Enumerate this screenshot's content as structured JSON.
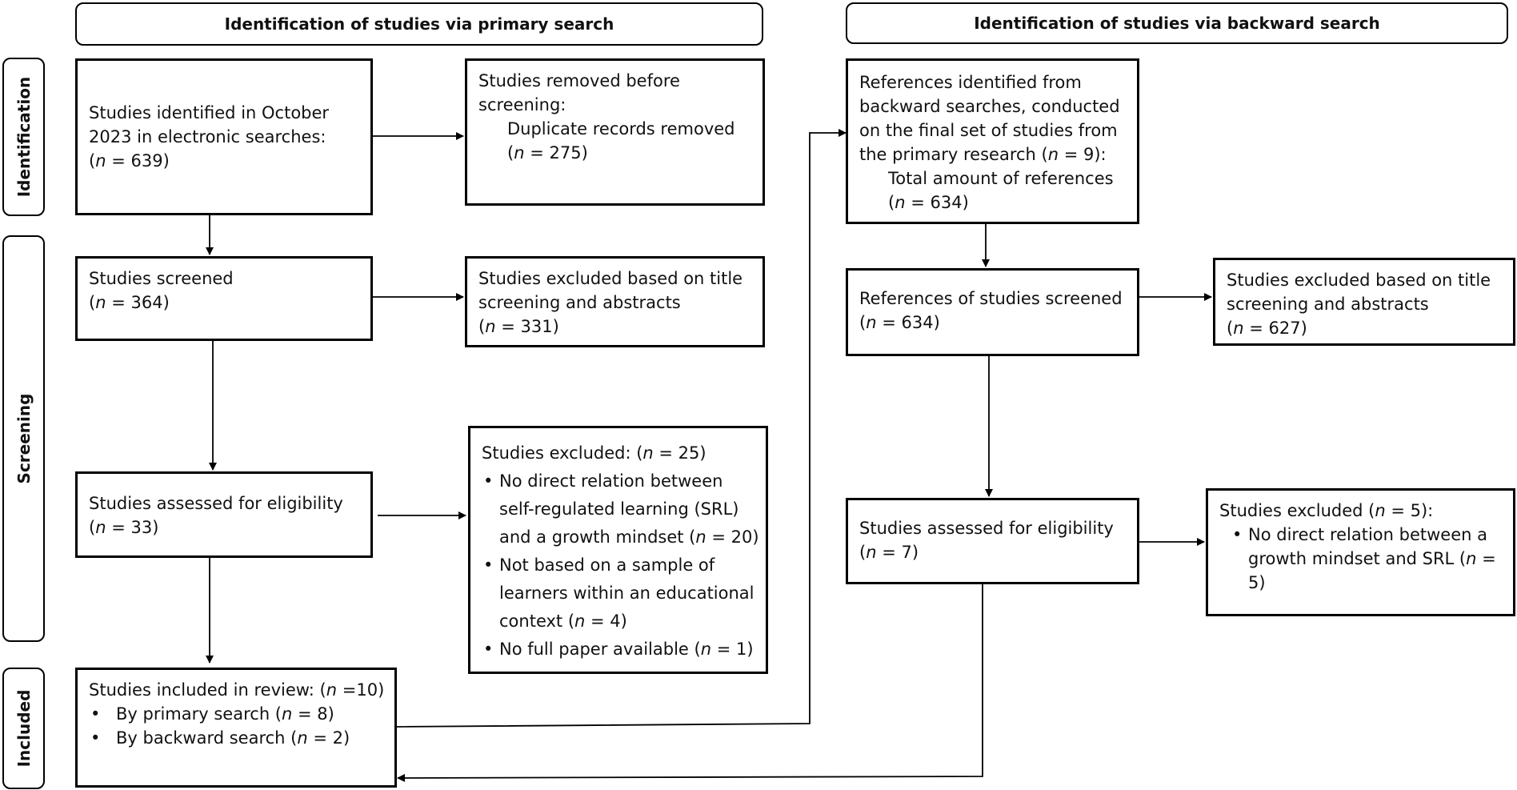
{
  "headers": {
    "primary": "Identification of studies via primary search",
    "backward": "Identification of studies via backward search"
  },
  "stages": {
    "identification": "Identification",
    "screening": "Screening",
    "included": "Included"
  },
  "primary": {
    "identified": {
      "line1": "Studies identified in October",
      "line2": "2023 in electronic searches:",
      "n": "639"
    },
    "removed": {
      "line1": "Studies removed before",
      "line2": "screening:",
      "line3": "Duplicate records removed",
      "n": "275"
    },
    "screened": {
      "line1": "Studies screened",
      "n": "364"
    },
    "excluded_title": {
      "line1": "Studies excluded based on title",
      "line2": "screening and abstracts",
      "n": "331"
    },
    "assessed": {
      "line1": "Studies assessed for eligibility",
      "n": "33"
    },
    "excluded_full": {
      "title_prefix": "Studies excluded: (",
      "n": "25",
      "reasons": [
        {
          "text_a": "No direct relation between",
          "text_b": "self-regulated learning (SRL)",
          "text_c": "and a growth mindset (",
          "n": "20"
        },
        {
          "text_a": "Not based on a sample of",
          "text_b": "learners within an educational",
          "text_c": "context (",
          "n": "4"
        },
        {
          "text_a": "No full paper available (",
          "n": "1"
        }
      ]
    },
    "included": {
      "line1": "Studies included in review: (",
      "n": "10",
      "items": [
        {
          "label": "By primary search (",
          "n": "8"
        },
        {
          "label": "By backward search (",
          "n": "2"
        }
      ]
    }
  },
  "backward": {
    "identified": {
      "line1": "References identified from",
      "line2": "backward searches, conducted",
      "line3": "on the final set of studies from",
      "line4": "the primary research (",
      "n_studies": "9",
      "line5": "Total amount of references",
      "n": "634"
    },
    "screened": {
      "line1": "References of studies screened",
      "n": "634"
    },
    "excluded_title": {
      "line1": "Studies excluded based on title",
      "line2": "screening and abstracts",
      "n": "627"
    },
    "assessed": {
      "line1": "Studies assessed for eligibility",
      "n": "7"
    },
    "excluded_full": {
      "title_prefix": "Studies excluded (",
      "n": "5",
      "reason_a": "No direct relation between a",
      "reason_b": "growth mindset and SRL (",
      "reason_n": "5"
    }
  }
}
